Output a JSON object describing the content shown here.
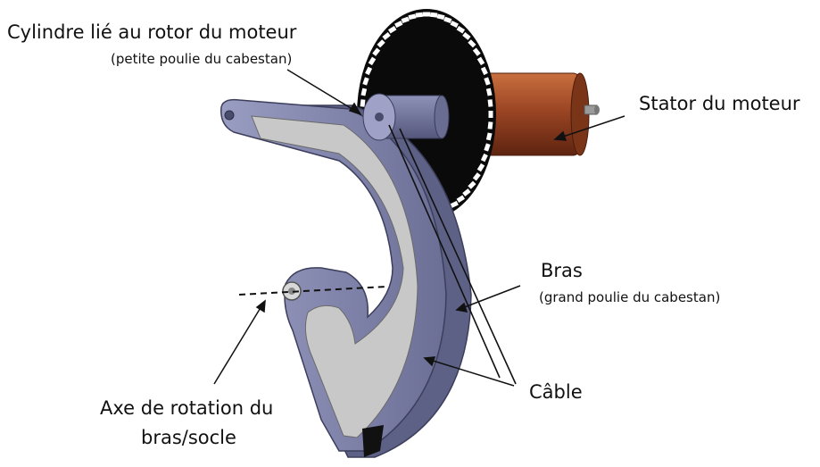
{
  "labels": {
    "cylindre_title": "Cylindre lié au rotor du moteur",
    "cylindre_sub": "(petite poulie du cabestan)",
    "stator": "Stator du moteur",
    "bras_title": "Bras",
    "bras_sub": "(grand poulie du cabestan)",
    "cable": "Câble",
    "axe_line1": "Axe de rotation du",
    "axe_line2": "bras/socle"
  },
  "colors": {
    "arm_body": "#8c8fb4",
    "arm_dark": "#5e6186",
    "arm_inner": "#c8c8c8",
    "motor": "#9a4a2a",
    "disk": "#0a0a0a",
    "arrow": "#111111"
  },
  "icons": {
    "encoder": "encoder-disk-icon",
    "motor": "motor-stator-icon",
    "arm": "capstan-arm-icon",
    "pulley": "small-pulley-icon"
  }
}
